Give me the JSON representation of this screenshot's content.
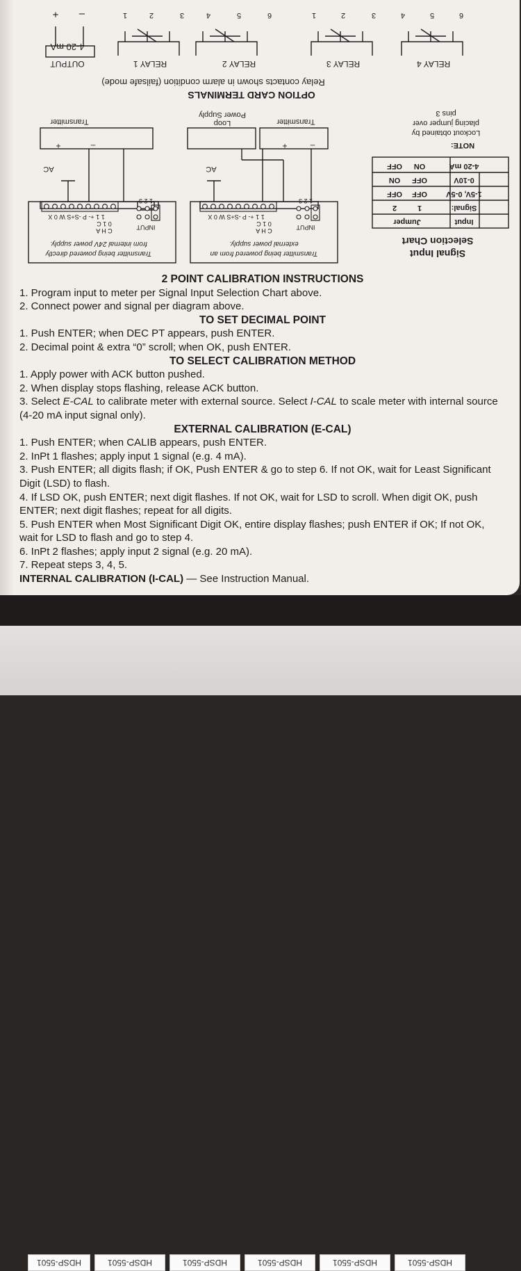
{
  "document": {
    "relay_row": {
      "output_label": "OUTPUT",
      "output_box": "4-20 mA",
      "output_plus": "+",
      "output_minus": "–",
      "relay1": {
        "label": "RELAY 1",
        "pins": [
          "1",
          "2",
          "3"
        ]
      },
      "relay2": {
        "label": "RELAY 2",
        "pins": [
          "4",
          "5",
          "6"
        ]
      },
      "relay3": {
        "label": "RELAY 3",
        "pins": [
          "1",
          "2",
          "3"
        ]
      },
      "relay4": {
        "label": "RELAY 4",
        "pins": [
          "4",
          "5",
          "6"
        ]
      }
    },
    "relay_note": "Relay contacts shown in alarm condition (failsafe mode)",
    "option_title": "OPTION CARD TERMINALS",
    "note": {
      "title": "NOTE:",
      "lines": [
        "Lockout obtained by",
        "placing jumper over",
        "pins 3"
      ]
    },
    "wiring1": {
      "transmitter": "Transmitter",
      "ac": "AC",
      "plus": "+",
      "minus": "–",
      "terminal_top": "1 1 +- P -S+S W 0 X",
      "terminal_mid": "0 1 C",
      "terminal_bot": "C H A",
      "input_label": "INPUT",
      "pins": "1 2 3",
      "caption1": "Transmitter being powered directly",
      "caption2": "from internal 24V power supply."
    },
    "wiring2": {
      "transmitter": "Transmitter",
      "loop": "Loop",
      "power_supply": "Power Supply",
      "ac": "AC",
      "plus": "+",
      "minus": "–",
      "terminal_top": "1 1 +- P -S+S W 0 X",
      "terminal_mid": "0 1 C",
      "terminal_bot": "C H A",
      "input_label": "INPUT",
      "pins": "1 2 3",
      "caption1": "Transmitter being powered from an",
      "caption2": "external power supply."
    },
    "selection_chart": {
      "title1": "Signal Input",
      "title2": "Selection Chart",
      "header_input": "Input",
      "header_jumper": "Jumper",
      "signal_label": "Signal:",
      "col1": "1",
      "col2": "2",
      "rows": [
        {
          "signal": "1-5V, 0-5V",
          "c1": "OFF",
          "c2": "OFF"
        },
        {
          "signal": "0-10V",
          "c1": "OFF",
          "c2": "ON"
        },
        {
          "signal": "4-20 mA",
          "c1": "ON",
          "c2": "OFF"
        }
      ]
    },
    "instructions": {
      "h1": "2 POINT CALIBRATION INSTRUCTIONS",
      "s1": [
        "1.  Program input to meter per Signal Input Selection Chart above.",
        "2.  Connect power and signal per diagram above."
      ],
      "h2": "TO SET DECIMAL POINT",
      "s2": [
        "1.  Push ENTER; when DEC PT appears, push ENTER.",
        "2.  Decimal point & extra “0” scroll; when OK, push ENTER."
      ],
      "h3": "TO SELECT CALIBRATION METHOD",
      "s3a": "1.  Apply power with ACK button pushed.",
      "s3b": "2.  When display stops flashing, release ACK button.",
      "s3c_pre": "3.  Select ",
      "s3c_ecal": "E-CAL",
      "s3c_mid": " to calibrate meter with external source. Select ",
      "s3c_ical": "I-CAL",
      "s3c_post": " to scale meter with internal source (4-20 mA input signal only).",
      "h4": "EXTERNAL CALIBRATION (E-CAL)",
      "s4": [
        "1.  Push ENTER; when CALIB appears, push ENTER.",
        "2.  InPt 1 flashes; apply input 1 signal (e.g. 4 mA).",
        "3.  Push ENTER; all digits flash; if OK, Push ENTER & go to step 6. If not OK, wait for Least Significant Digit (LSD) to flash.",
        "4.  If LSD OK, push ENTER; next digit flashes. If not OK, wait for LSD to scroll. When digit OK, push ENTER; next digit flashes; repeat for all digits.",
        "5.  Push ENTER when Most Significant Digit OK, entire display flashes; push ENTER if OK; If not OK, wait for LSD to flash and go to step 4.",
        "6.  InPt 2 flashes; apply input 2 signal (e.g. 20 mA).",
        "7.  Repeat steps 3, 4, 5."
      ],
      "final_bold": "INTERNAL CALIBRATION (I-CAL)",
      "final_rest": " — See Instruction Manual."
    }
  },
  "labels": [
    "HDSP-5501",
    "HDSP-5501",
    "HDSP-5501",
    "HDSP-5501",
    "HDSP-5501",
    "HDSP-5501"
  ]
}
